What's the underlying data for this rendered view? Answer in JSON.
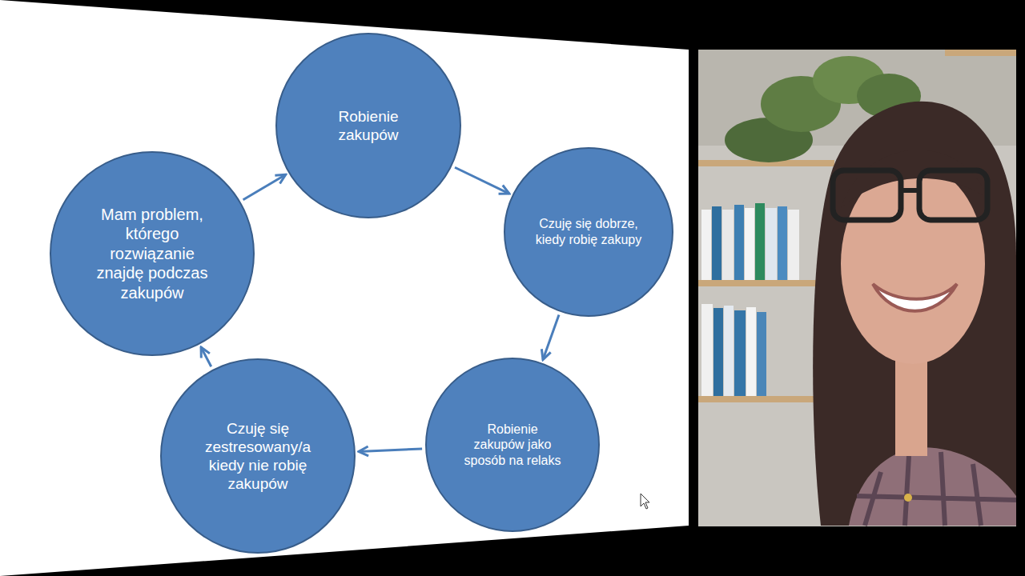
{
  "diagram": {
    "nodes": [
      {
        "text": [
          "Robienie zakupów"
        ]
      },
      {
        "text": [
          "Czuję się dobrze, kiedy robię zakupy"
        ]
      },
      {
        "text": [
          "Robienie zakupów jako sposób na relaks"
        ]
      },
      {
        "text": [
          "Czuję się zestresowany/a kiedy nie robię zakupów"
        ]
      },
      {
        "text": [
          "Mam problem, którego rozwiązanie znajdę podczas zakupów"
        ]
      }
    ],
    "edges": [
      {
        "from": 0,
        "to": 1,
        "arrow": "to"
      },
      {
        "from": 1,
        "to": 2,
        "arrow": "to"
      },
      {
        "from": 2,
        "to": 3,
        "arrow": "to"
      },
      {
        "from": 3,
        "to": 4,
        "arrow": "to"
      },
      {
        "from": 4,
        "to": 0,
        "arrow": "to"
      }
    ]
  }
}
